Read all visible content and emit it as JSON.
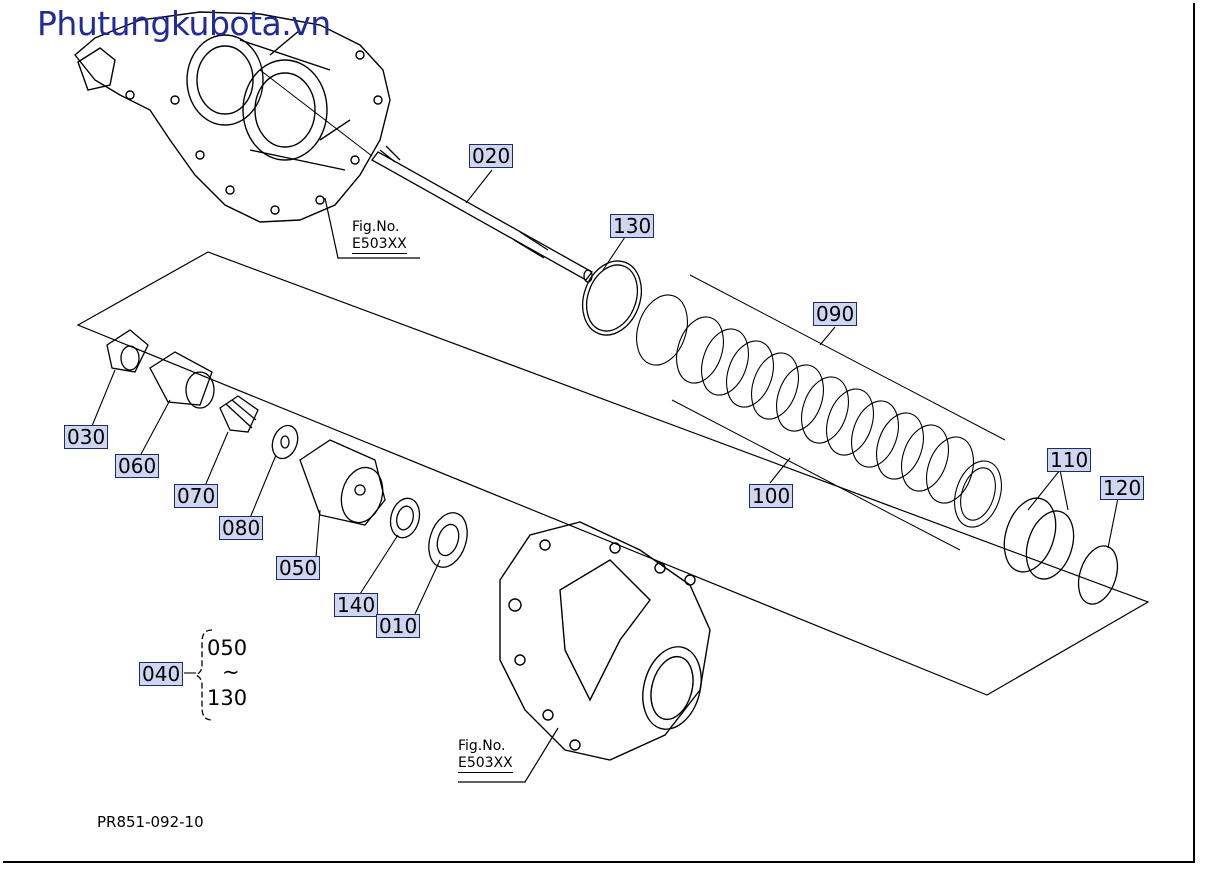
{
  "site_title": "Phutungkubota.vn",
  "drawing_code": "PR851-092-10",
  "fig_refs": [
    {
      "label": "Fig.No.",
      "number": "E503XX"
    },
    {
      "label": "Fig.No.",
      "number": "E503XX"
    }
  ],
  "parts": {
    "p010": "010",
    "p020": "020",
    "p030": "030",
    "p040": "040",
    "p050": "050",
    "p060": "060",
    "p070": "070",
    "p080": "080",
    "p090": "090",
    "p100": "100",
    "p110": "110",
    "p120": "120",
    "p130": "130",
    "p140": "140"
  },
  "assembly_range": {
    "from": "050",
    "tilde": "~",
    "to": "130"
  }
}
